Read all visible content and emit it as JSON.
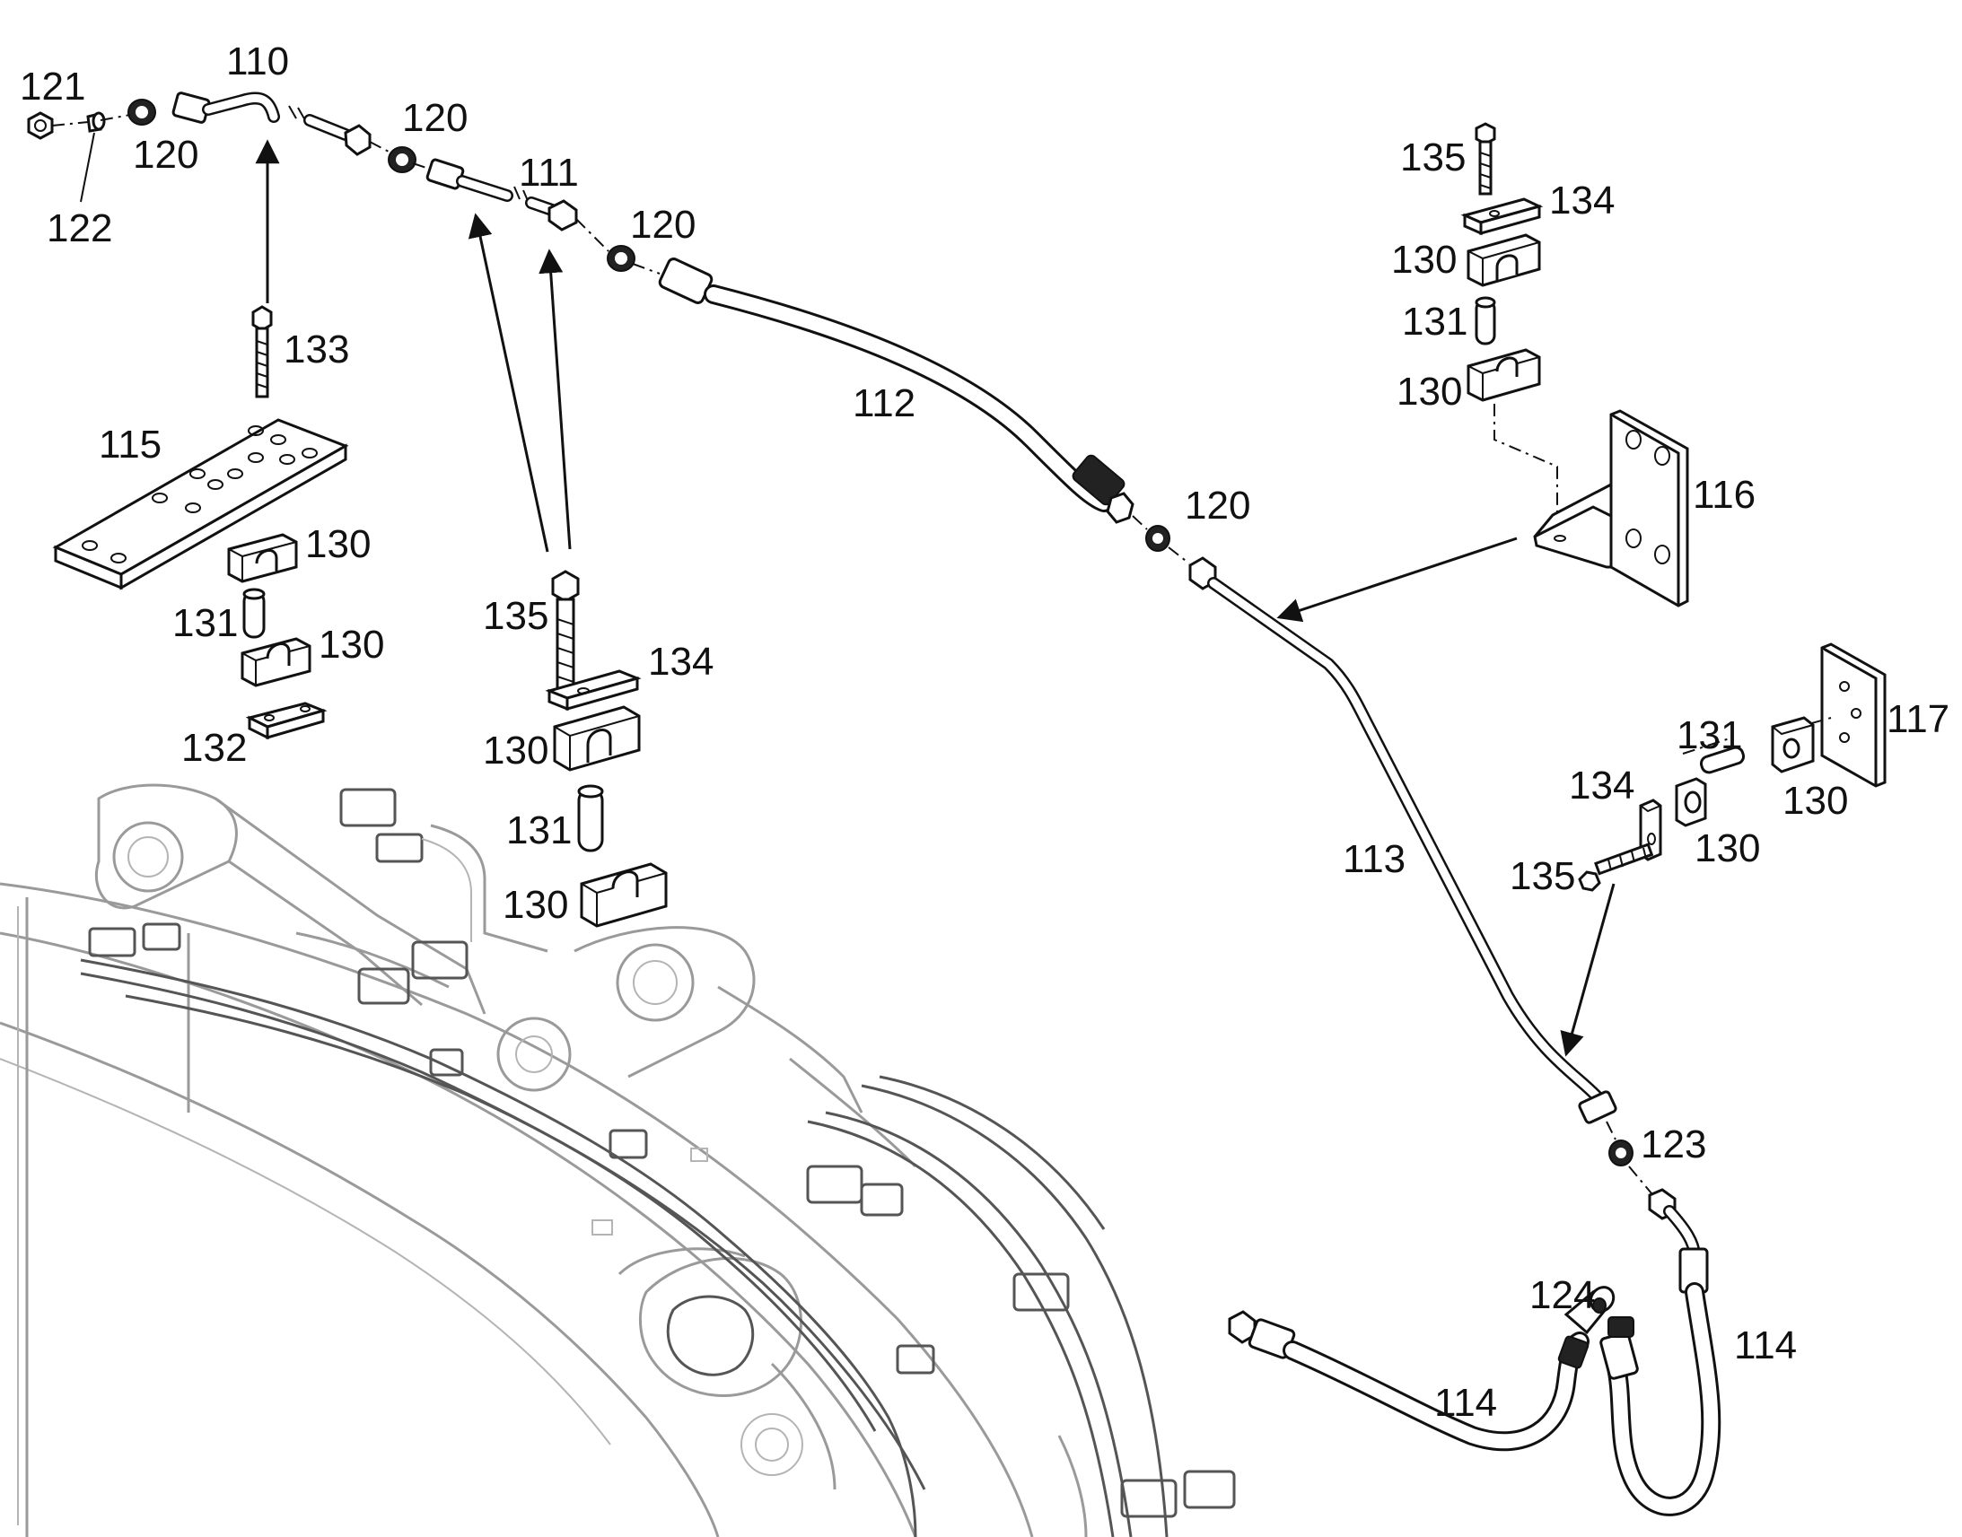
{
  "callouts": [
    {
      "id": "c121a",
      "text": "121"
    },
    {
      "id": "c110",
      "text": "110"
    },
    {
      "id": "c120a",
      "text": "120"
    },
    {
      "id": "c122",
      "text": "122"
    },
    {
      "id": "c120b",
      "text": "120"
    },
    {
      "id": "c111",
      "text": "111"
    },
    {
      "id": "c120c",
      "text": "120"
    },
    {
      "id": "c133",
      "text": "133"
    },
    {
      "id": "c112",
      "text": "112"
    },
    {
      "id": "c115",
      "text": "115"
    },
    {
      "id": "c130a",
      "text": "130"
    },
    {
      "id": "c131a",
      "text": "131"
    },
    {
      "id": "c130b",
      "text": "130"
    },
    {
      "id": "c132",
      "text": "132"
    },
    {
      "id": "c135a",
      "text": "135"
    },
    {
      "id": "c134a",
      "text": "134"
    },
    {
      "id": "c130c",
      "text": "130"
    },
    {
      "id": "c131b",
      "text": "131"
    },
    {
      "id": "c130d",
      "text": "130"
    },
    {
      "id": "c120d",
      "text": "120"
    },
    {
      "id": "c135b",
      "text": "135"
    },
    {
      "id": "c134b",
      "text": "134"
    },
    {
      "id": "c130e",
      "text": "130"
    },
    {
      "id": "c131c",
      "text": "131"
    },
    {
      "id": "c130f",
      "text": "130"
    },
    {
      "id": "c116",
      "text": "116"
    },
    {
      "id": "c117",
      "text": "117"
    },
    {
      "id": "c131d",
      "text": "131"
    },
    {
      "id": "c134c",
      "text": "134"
    },
    {
      "id": "c130g",
      "text": "130"
    },
    {
      "id": "c130h",
      "text": "130"
    },
    {
      "id": "c113",
      "text": "113"
    },
    {
      "id": "c135c",
      "text": "135"
    },
    {
      "id": "c123",
      "text": "123"
    },
    {
      "id": "c124",
      "text": "124"
    },
    {
      "id": "c114a",
      "text": "114"
    },
    {
      "id": "c114b",
      "text": "114"
    }
  ]
}
